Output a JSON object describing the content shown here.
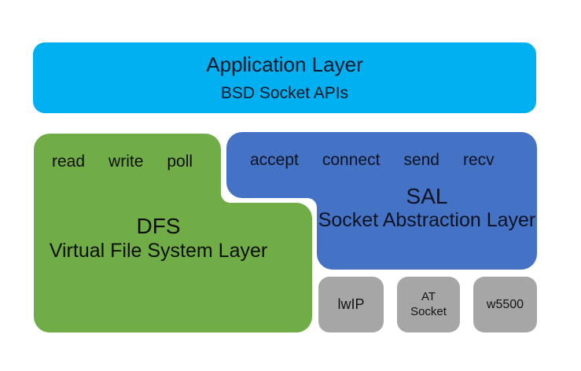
{
  "diagram": {
    "application_layer": {
      "title": "Application Layer",
      "subtitle": "BSD Socket APIs"
    },
    "dfs_layer": {
      "ops": [
        "read",
        "write",
        "poll"
      ],
      "acronym": "DFS",
      "name": "Virtual File System Layer"
    },
    "sal_layer": {
      "ops": [
        "accept",
        "connect",
        "send",
        "recv"
      ],
      "acronym": "SAL",
      "name": "Socket Abstraction Layer"
    },
    "backends": [
      "lwIP",
      "AT Socket",
      "w5500"
    ]
  },
  "colors": {
    "cyan": "#00B0F0",
    "green": "#70AD47",
    "blue": "#4472C4",
    "gray": "#A6A6A6"
  }
}
